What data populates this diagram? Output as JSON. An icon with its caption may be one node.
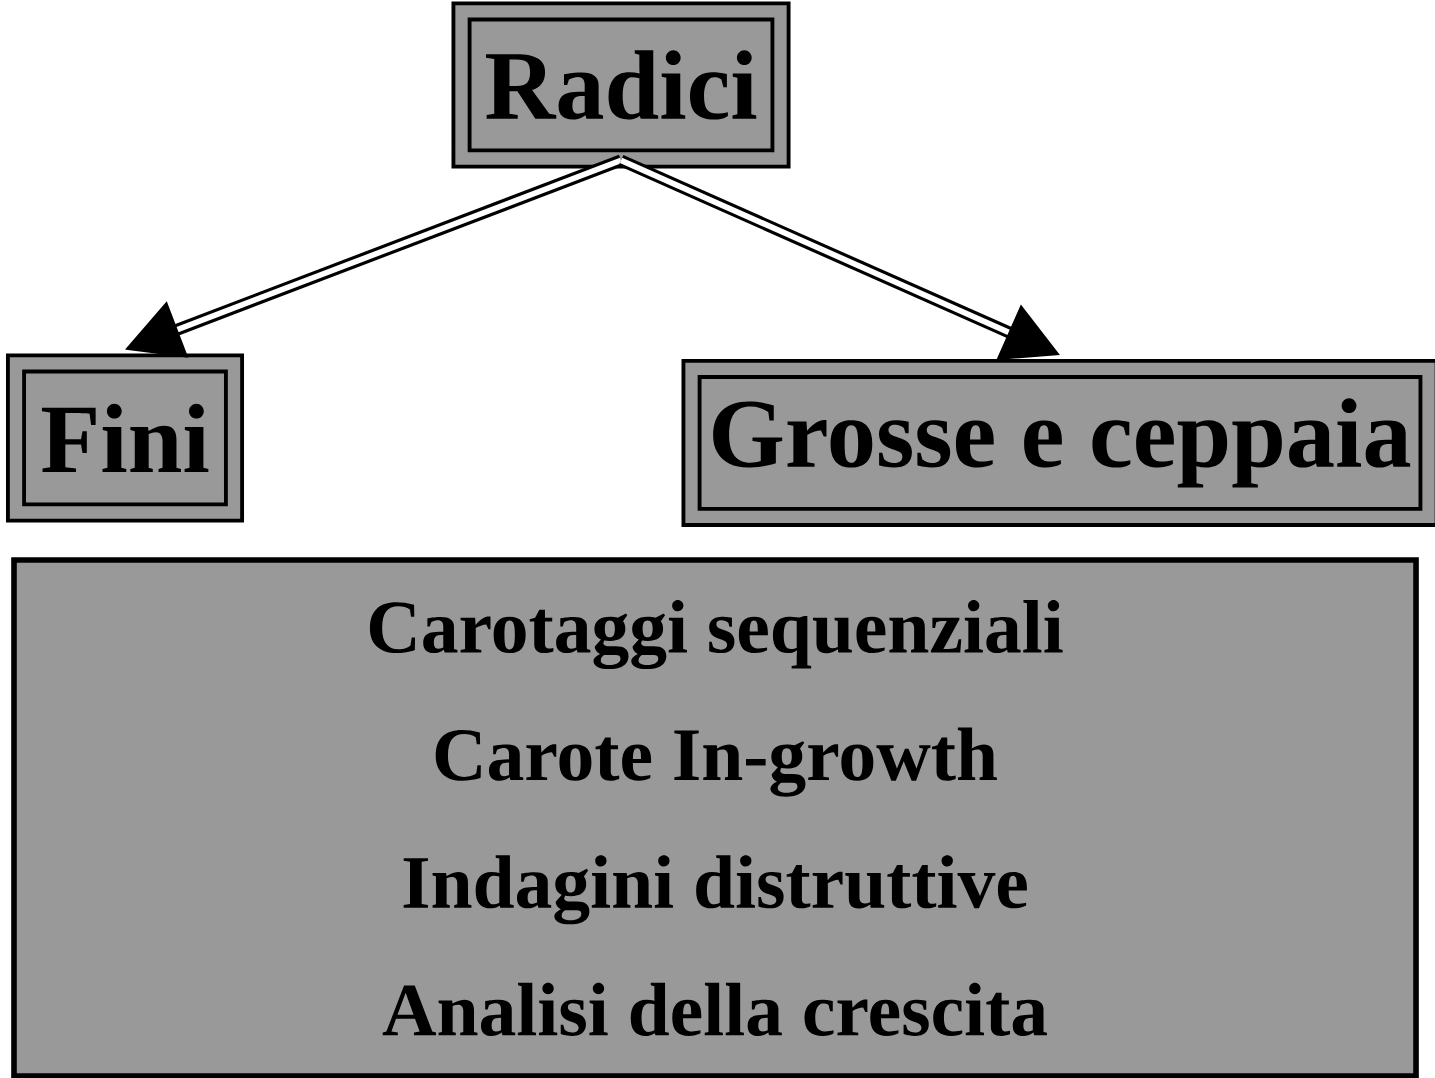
{
  "diagram": {
    "nodes": [
      {
        "text": [
          "Radici"
        ]
      },
      {
        "text": [
          "Fini"
        ]
      },
      {
        "text": [
          "Grosse e ceppaia"
        ]
      },
      {
        "text": [
          "Carotaggi sequenziali",
          "Carote In-growth",
          "Indagini distruttive",
          "Analisi della crescita"
        ]
      }
    ],
    "edges": [
      {
        "from": 0,
        "to": 1,
        "arrow": "to"
      },
      {
        "from": 0,
        "to": 2,
        "arrow": "to"
      }
    ]
  }
}
